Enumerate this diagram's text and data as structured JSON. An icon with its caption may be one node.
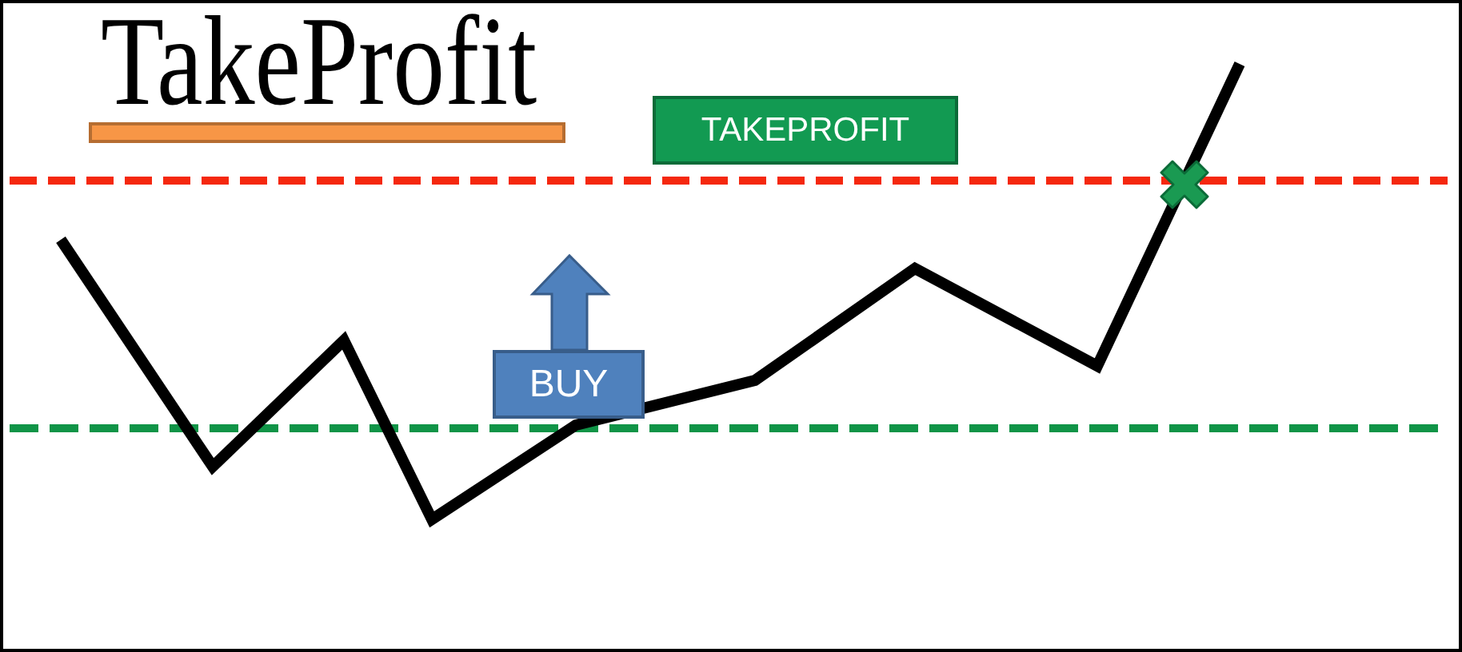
{
  "diagram": {
    "title": "TakeProfit",
    "nodes": [
      {
        "text": [
          "TAKEPROFIT"
        ]
      },
      {
        "text": [
          "BUY"
        ]
      }
    ]
  }
}
